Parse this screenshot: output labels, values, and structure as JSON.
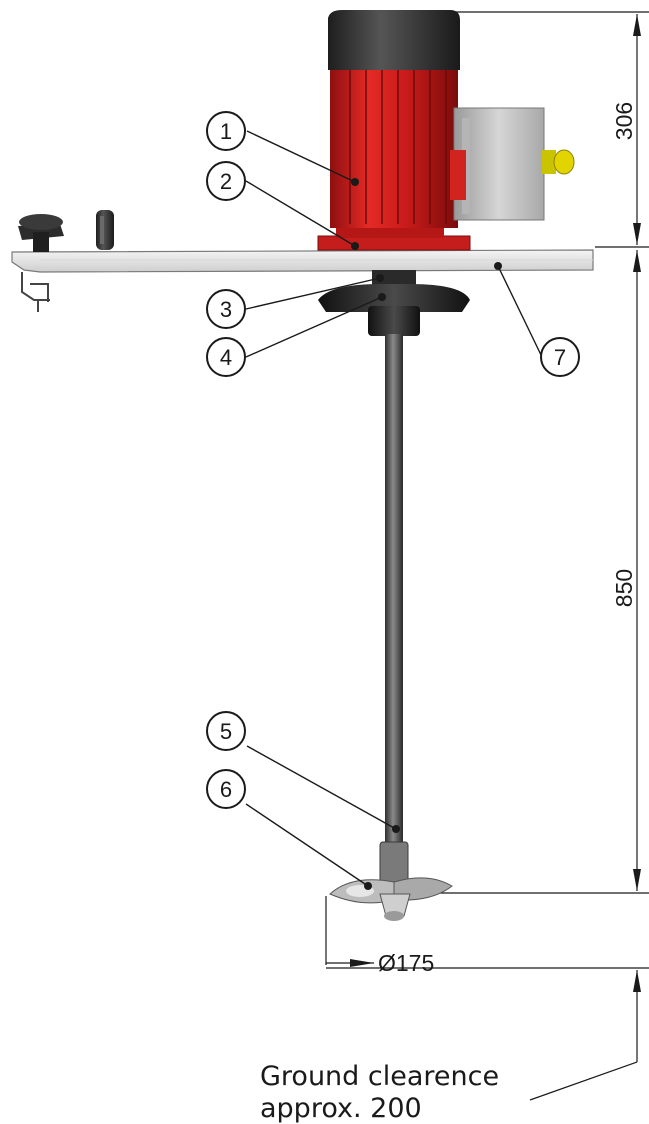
{
  "dimensions": {
    "motor_height": "306",
    "shaft_length": "850",
    "impeller_diameter": "Ø175"
  },
  "callouts": [
    "1",
    "2",
    "3",
    "4",
    "5",
    "6",
    "7"
  ],
  "note": {
    "line1": "Ground clearence",
    "line2": "approx. 200"
  },
  "colors": {
    "motor_red": "#d8201f",
    "motor_cap": "#3a3a3a",
    "plate_gray": "#e6e6e6",
    "shaft_gray": "#5a5a5a",
    "line": "#1a1a1a"
  }
}
